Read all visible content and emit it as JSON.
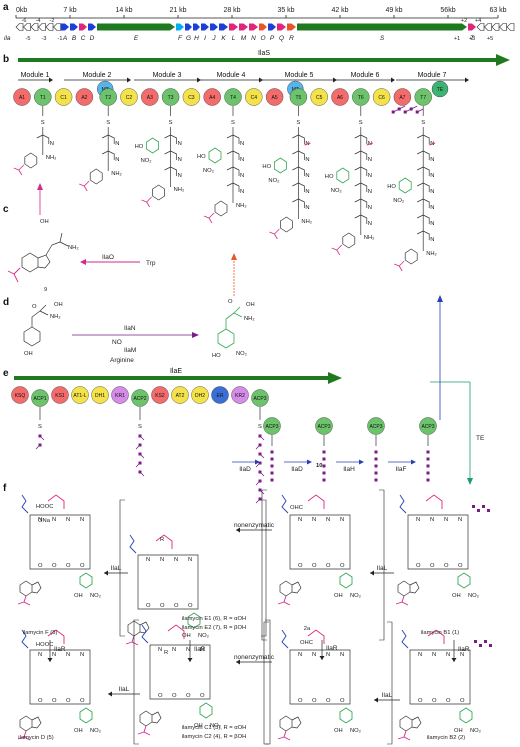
{
  "panel_labels": [
    "a",
    "b",
    "c",
    "d",
    "e",
    "f"
  ],
  "colors": {
    "gene_backbone": "#1f7a1f",
    "regulatory": "#00aeef",
    "tailoring": "#1c3fd6",
    "methyl": "#e0267a",
    "modify": "#e8552a",
    "nitro_green": "#34a853",
    "prenyl_pink": "#d4298c",
    "polyketide_purple": "#7a1b86",
    "domain_A": "#f36b6b",
    "domain_T": "#6cc36c",
    "domain_C": "#f3e24a",
    "domain_MT": "#59b3e6",
    "domain_TE": "#3cb371",
    "arrow_blue": "#2a3fb5",
    "arrow_orange": "#e8552a",
    "arrow_green_te": "#1a9e6a"
  },
  "panel_a": {
    "ticks": [
      "0kb",
      "7 kb",
      "14 kb",
      "21 kb",
      "28 kb",
      "35 kb",
      "42 kb",
      "49 kb",
      "56kb",
      "63 kb"
    ],
    "upper_small": [
      "-6",
      "-4",
      "-2",
      "+2",
      "+4"
    ],
    "lower_small": [
      "-5",
      "-3",
      "-1",
      "+1",
      "+3",
      "+5"
    ],
    "left_prefix": "ila",
    "genes": [
      "A",
      "B",
      "C",
      "D",
      "E",
      "F",
      "G",
      "H",
      "I",
      "J",
      "K",
      "L",
      "M",
      "N",
      "O",
      "P",
      "Q",
      "R",
      "S",
      "T"
    ]
  },
  "panel_b": {
    "protein": "IlaS",
    "modules": [
      "Module 1",
      "Module 2",
      "Module 3",
      "Module 4",
      "Module 5",
      "Module 6",
      "Module 7"
    ],
    "domains": [
      {
        "label": "A1",
        "type": "A"
      },
      {
        "label": "T1",
        "type": "T"
      },
      {
        "label": "C1",
        "type": "C"
      },
      {
        "label": "A2",
        "type": "A"
      },
      {
        "label": "MT",
        "type": "MT"
      },
      {
        "label": "T2",
        "type": "T"
      },
      {
        "label": "C2",
        "type": "C"
      },
      {
        "label": "A3",
        "type": "A"
      },
      {
        "label": "T3",
        "type": "T"
      },
      {
        "label": "C3",
        "type": "C"
      },
      {
        "label": "A4",
        "type": "A"
      },
      {
        "label": "T4",
        "type": "T"
      },
      {
        "label": "C4",
        "type": "C"
      },
      {
        "label": "A5",
        "type": "A"
      },
      {
        "label": "MT",
        "type": "MT"
      },
      {
        "label": "T5",
        "type": "T"
      },
      {
        "label": "C5",
        "type": "C"
      },
      {
        "label": "A6",
        "type": "A"
      },
      {
        "label": "T6",
        "type": "T"
      },
      {
        "label": "C6",
        "type": "C"
      },
      {
        "label": "A7",
        "type": "A"
      },
      {
        "label": "T7",
        "type": "T"
      },
      {
        "label": "TE",
        "type": "TE"
      }
    ]
  },
  "panel_c": {
    "enzyme": "IlaO",
    "substrate": "Trp",
    "compound": "9"
  },
  "panel_d": {
    "enzyme": "IlaN",
    "no_label": "NO",
    "enzyme2": "IlaM",
    "cofactor": "Arginine"
  },
  "panel_e": {
    "protein": "IlaE",
    "domains": [
      "KSQ",
      "ACP1",
      "KS1",
      "AT1-L",
      "DH1",
      "KR1",
      "ACP2",
      "KS2",
      "AT2",
      "DH2",
      "ER",
      "KR2",
      "ACP3"
    ],
    "standalone": [
      "ACP3",
      "ACP3",
      "ACP3",
      "ACP3"
    ],
    "enzymes": [
      "IlaD",
      "IlaD",
      "IlaH",
      "IlaF"
    ],
    "compound": "10",
    "te_label": "TE",
    "leaving": "ONa"
  },
  "panel_f": {
    "enzymes": [
      "IlaL",
      "IlaL",
      "IlaR",
      "IlaR",
      "IlaR",
      "IlaR",
      "IlaL",
      "IlaL"
    ],
    "nonenzymatic": [
      "nonenzymatic",
      "nonenzymatic"
    ],
    "compounds": [
      "ilamycin F (8)",
      "ilamycin E1 (6), R = αOH",
      "ilamycin E2 (7), R = βOH",
      "2a",
      "ilamycin B1 (1)",
      "ilamycin D (5)",
      "ilamycin C1 (3), R = αOH",
      "ilamycin C2 (4), R = βOH",
      "ilamycin B2 (2)"
    ],
    "groups": [
      "HOOC",
      "R",
      "OHC",
      "OH",
      "NO2"
    ]
  }
}
